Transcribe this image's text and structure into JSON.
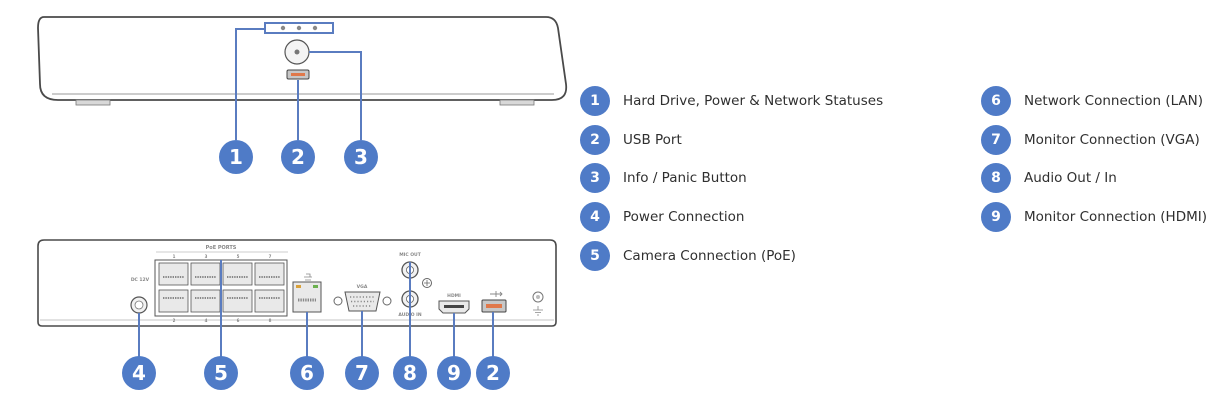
{
  "colors": {
    "accent": "#4f7bc7",
    "outline": "#555555",
    "leader": "#5a7cc0"
  },
  "front_view": {
    "callouts": [
      {
        "num": "1"
      },
      {
        "num": "2"
      },
      {
        "num": "3"
      }
    ]
  },
  "back_view": {
    "power_label": "DC 12V",
    "poe_header": "PoE PORTS",
    "poe_port_numbers_top": [
      "1",
      "3",
      "5",
      "7"
    ],
    "poe_port_numbers_bottom": [
      "2",
      "4",
      "6",
      "8"
    ],
    "vga_label": "VGA",
    "mic_out_label": "MIC OUT",
    "audio_in_label": "AUDIO IN",
    "hdmi_label": "HDMI",
    "callouts": [
      {
        "num": "4"
      },
      {
        "num": "5"
      },
      {
        "num": "6"
      },
      {
        "num": "7"
      },
      {
        "num": "8"
      },
      {
        "num": "9"
      },
      {
        "num": "2"
      }
    ]
  },
  "legend": {
    "left": [
      {
        "num": "1",
        "label": "Hard Drive, Power & Network Statuses"
      },
      {
        "num": "2",
        "label": "USB Port"
      },
      {
        "num": "3",
        "label": "Info / Panic Button"
      },
      {
        "num": "4",
        "label": "Power Connection"
      },
      {
        "num": "5",
        "label": "Camera Connection (PoE)"
      }
    ],
    "right": [
      {
        "num": "6",
        "label": "Network Connection (LAN)"
      },
      {
        "num": "7",
        "label": "Monitor Connection (VGA)"
      },
      {
        "num": "8",
        "label": "Audio Out / In"
      },
      {
        "num": "9",
        "label": "Monitor Connection (HDMI)"
      }
    ]
  }
}
